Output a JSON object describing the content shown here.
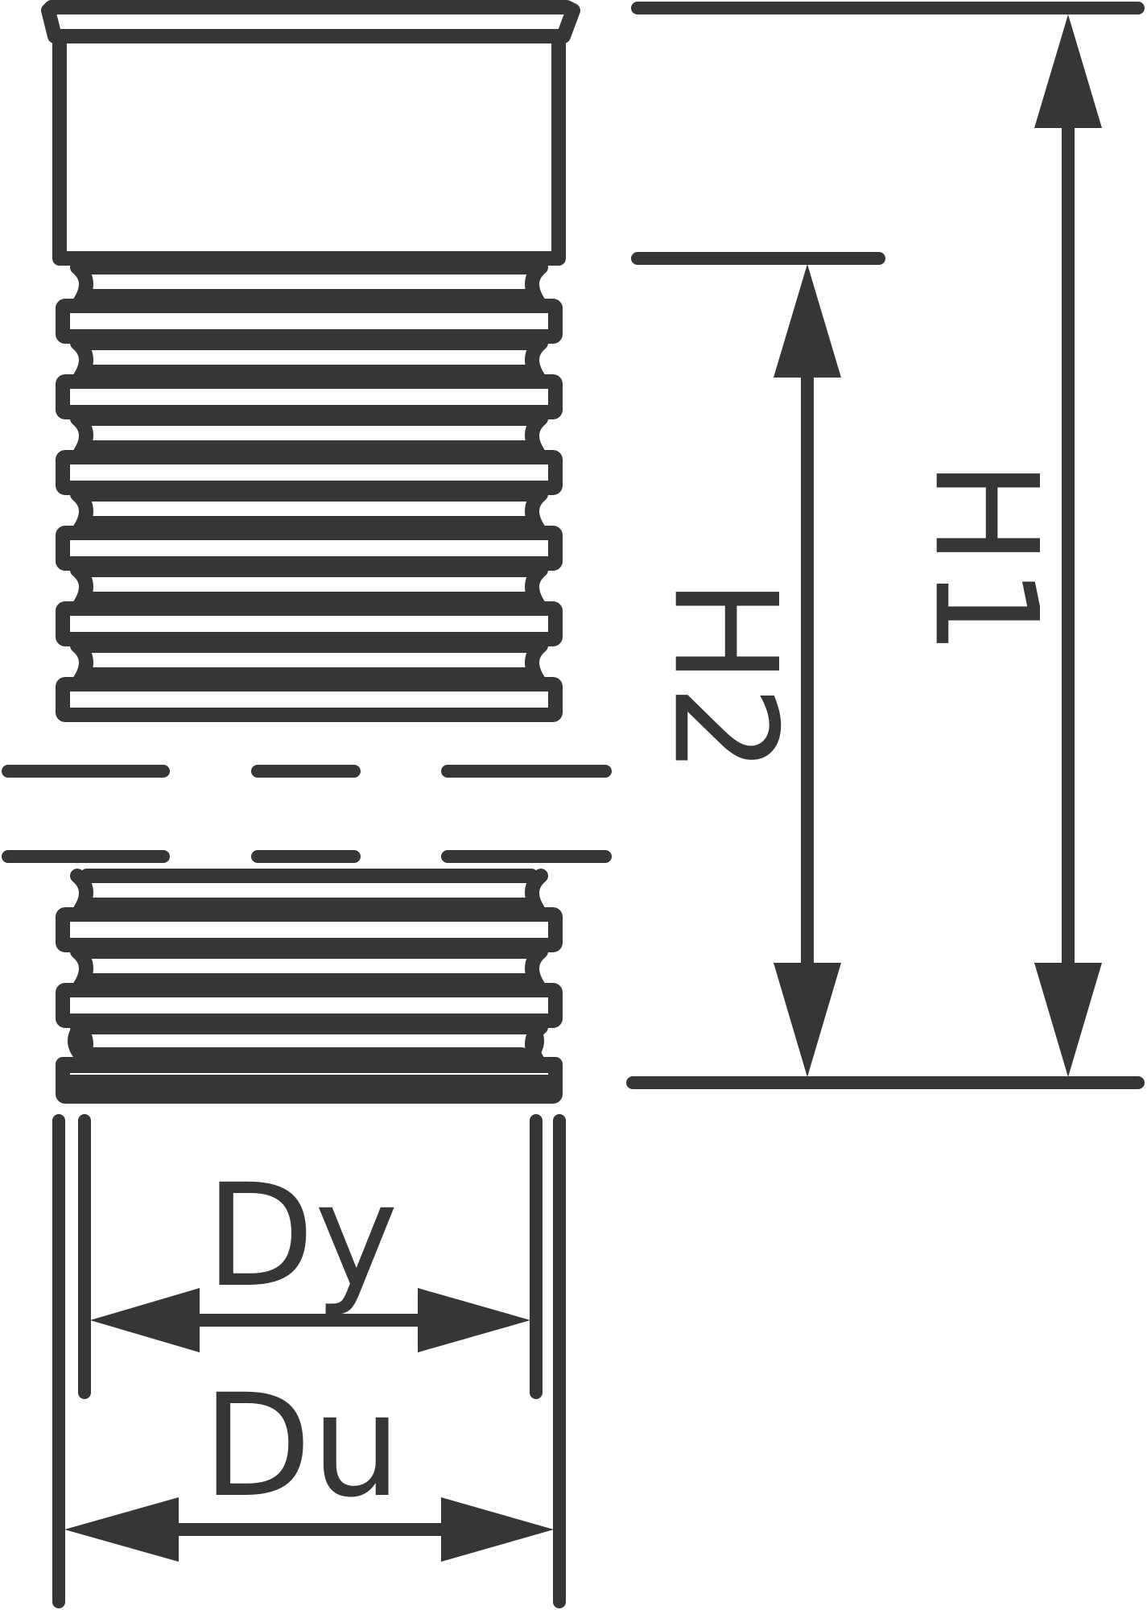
{
  "labels": {
    "h1": "H1",
    "h2": "H2",
    "dy": "Dy",
    "du": "Du"
  },
  "colors": {
    "line": "#363636",
    "background": "#ffffff"
  },
  "rings": {
    "upper_count": 6,
    "lower_count": 3
  }
}
